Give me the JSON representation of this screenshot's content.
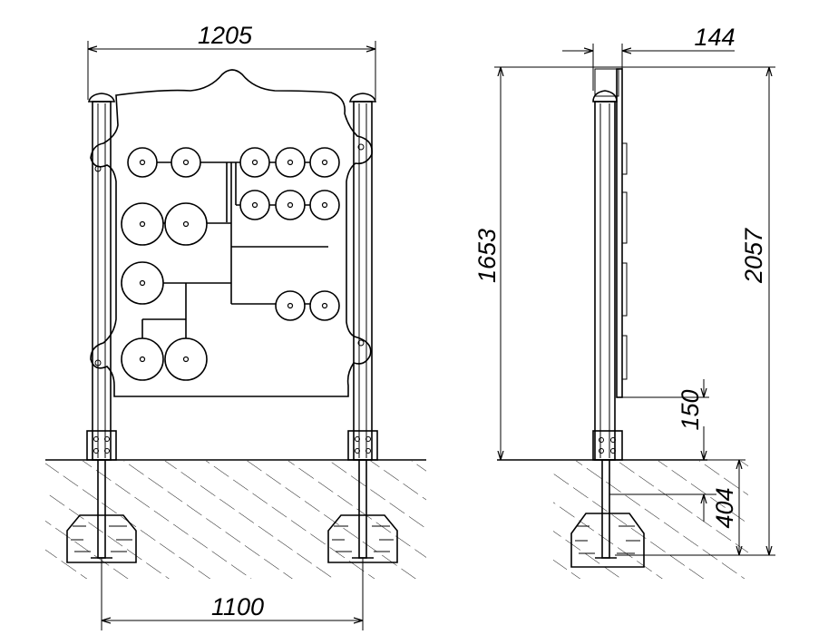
{
  "dimensions": {
    "total_width": "1205",
    "post_spacing": "1100",
    "profile_depth": "144",
    "height_above_ground": "1653",
    "total_height": "2057",
    "panel_clearance": "150",
    "foundation_depth": "404"
  }
}
